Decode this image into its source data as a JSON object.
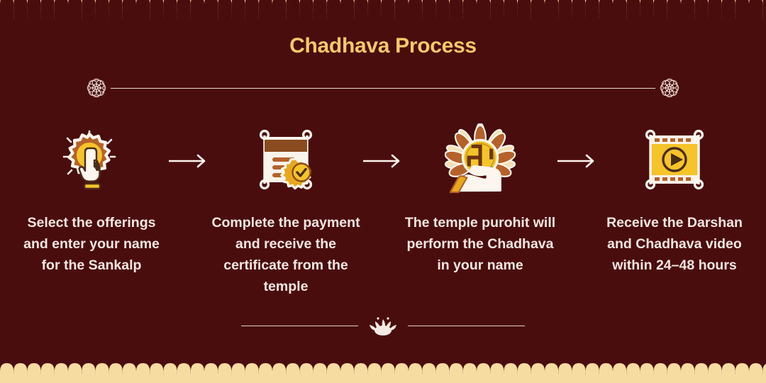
{
  "header": {
    "title": "Chadhava Process"
  },
  "ornaments": {
    "left_rosette": "mandala-rosette-icon",
    "right_rosette": "mandala-rosette-icon",
    "bottom_flower": "lotus-icon",
    "top_border": "scalloped-arch-border",
    "bottom_border": "scalloped-arch-border"
  },
  "colors": {
    "background": "#4a0d0d",
    "cream": "#f7dca2",
    "title": "#f6c96a",
    "text": "#f3e6e2",
    "rule": "#e9d8cf",
    "gold": "#f5c42a",
    "brown": "#8a4b20",
    "white": "#fdf6ef"
  },
  "steps": [
    {
      "icon": "click-offering-sunburst-icon",
      "label": "Select the offerings and enter your name for the Sankalp"
    },
    {
      "icon": "certificate-seal-icon",
      "label": "Complete the payment and receive the certificate from the temple"
    },
    {
      "icon": "hand-offering-swastika-icon",
      "label": "The temple purohit will perform the Chadhava in your name"
    },
    {
      "icon": "video-filmstrip-play-icon",
      "label": "Receive the Darshan and Chadhava video within 24–48 hours"
    }
  ],
  "arrows": [
    "arrow-right-icon",
    "arrow-right-icon",
    "arrow-right-icon"
  ]
}
